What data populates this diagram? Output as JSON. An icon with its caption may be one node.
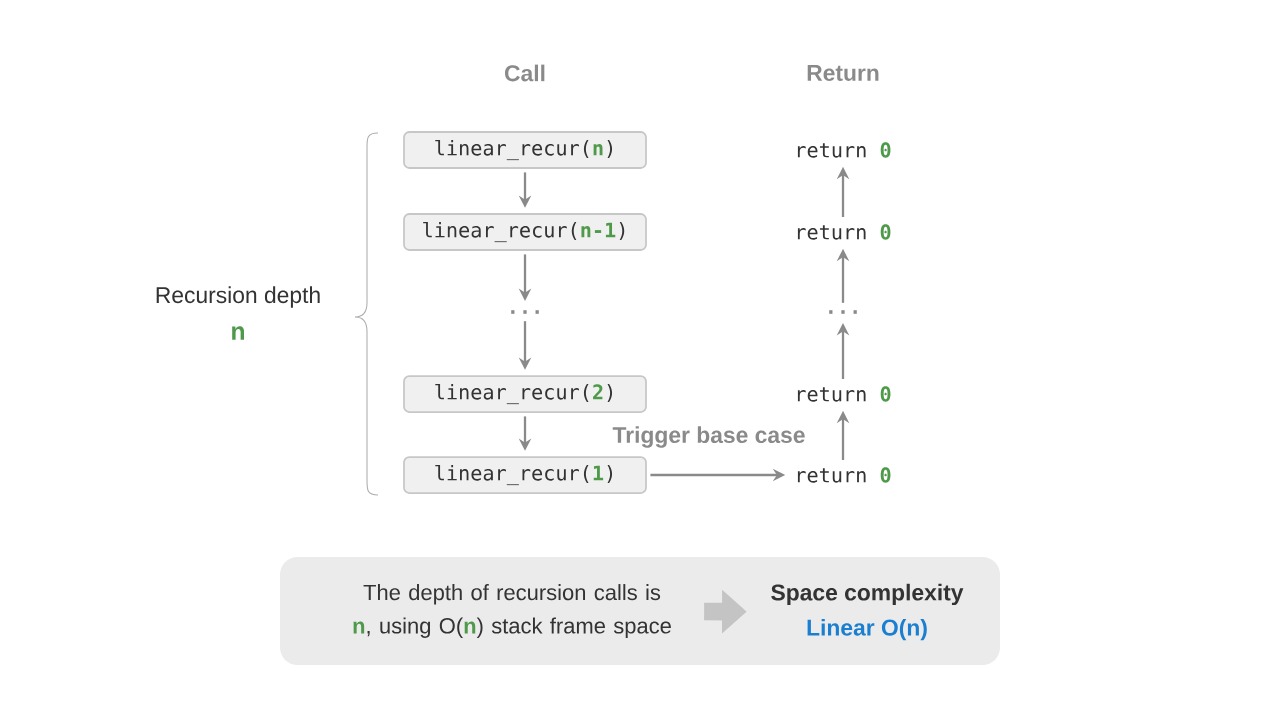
{
  "diagram": {
    "nodes": [
      {
        "text": [
          "linear_recur(**n**)"
        ]
      },
      {
        "text": [
          "linear_recur(**n-1**)"
        ]
      },
      {
        "text": [
          "..."
        ]
      },
      {
        "text": [
          "linear_recur(**2**)"
        ]
      },
      {
        "text": [
          "linear_recur(**1**)"
        ]
      },
      {
        "text": [
          "return **0**"
        ]
      },
      {
        "text": [
          "return **0**"
        ]
      },
      {
        "text": [
          "..."
        ]
      },
      {
        "text": [
          "return **0**"
        ]
      },
      {
        "text": [
          "return **0**"
        ]
      },
      {
        "text": [],
        "shape": "box"
      },
      {
        "text": [
          "The depth of recursion calls is **n**, using O(**n**) stack frame space"
        ],
        "in": 10
      },
      {
        "text": [
          "Space complexity",
          "Linear O(n)"
        ],
        "in": 10
      }
    ],
    "edges": [
      {
        "from": 0,
        "to": 1,
        "arrow": "to"
      },
      {
        "from": 1,
        "to": 2,
        "arrow": "to"
      },
      {
        "from": 2,
        "to": 3,
        "arrow": "to"
      },
      {
        "from": 3,
        "to": 4,
        "arrow": "to"
      },
      {
        "from": 4,
        "to": 9,
        "arrow": "to",
        "label": "Trigger base case"
      },
      {
        "from": 9,
        "to": 8,
        "arrow": "to"
      },
      {
        "from": 8,
        "to": 7,
        "arrow": "to"
      },
      {
        "from": 7,
        "to": 6,
        "arrow": "to"
      },
      {
        "from": 6,
        "to": 5,
        "arrow": "to"
      },
      {
        "from": 11,
        "to": 12,
        "arrow": "to",
        "style": "thick",
        "color": "#c4c4c4"
      }
    ],
    "labels": [
      "Call",
      "Return",
      "Recursion depth",
      "n"
    ]
  }
}
